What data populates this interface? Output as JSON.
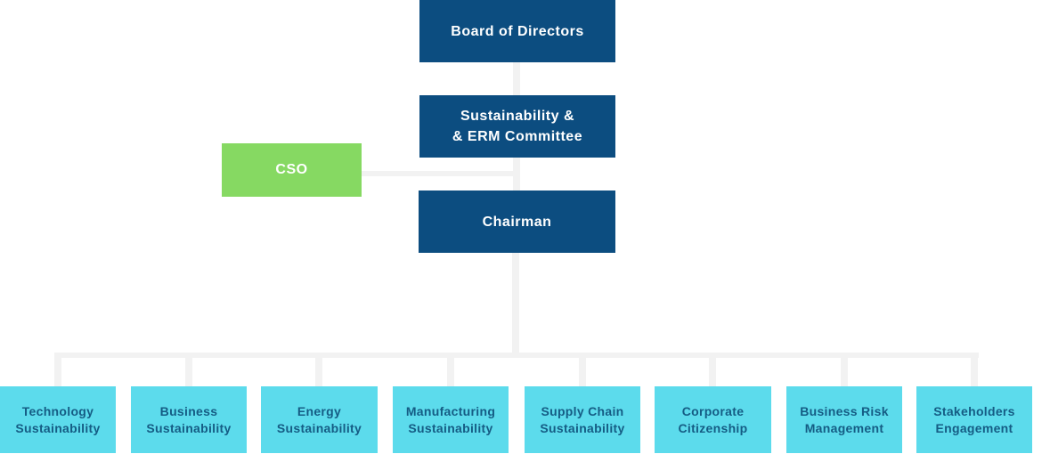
{
  "colors": {
    "dark_blue": "#0c4d80",
    "green": "#86d962",
    "light_blue": "#5cdbec",
    "line_gray": "#f2f2f2",
    "white_text": "#ffffff",
    "leaf_text": "#155c84"
  },
  "nodes": {
    "board": {
      "label": "Board of Directors"
    },
    "committee": {
      "label": "Sustainability &\n& ERM Committee"
    },
    "cso": {
      "label": "CSO"
    },
    "chairman": {
      "label": "Chairman"
    }
  },
  "bottom_row": {
    "items": [
      {
        "label": "Technology\nSustainability"
      },
      {
        "label": "Business\nSustainability"
      },
      {
        "label": "Energy\nSustainability"
      },
      {
        "label": "Manufacturing\nSustainability"
      },
      {
        "label": "Supply Chain\nSustainability"
      },
      {
        "label": "Corporate\nCitizenship"
      },
      {
        "label": "Business Risk\nManagement"
      },
      {
        "label": "Stakeholders\nEngagement"
      }
    ]
  }
}
